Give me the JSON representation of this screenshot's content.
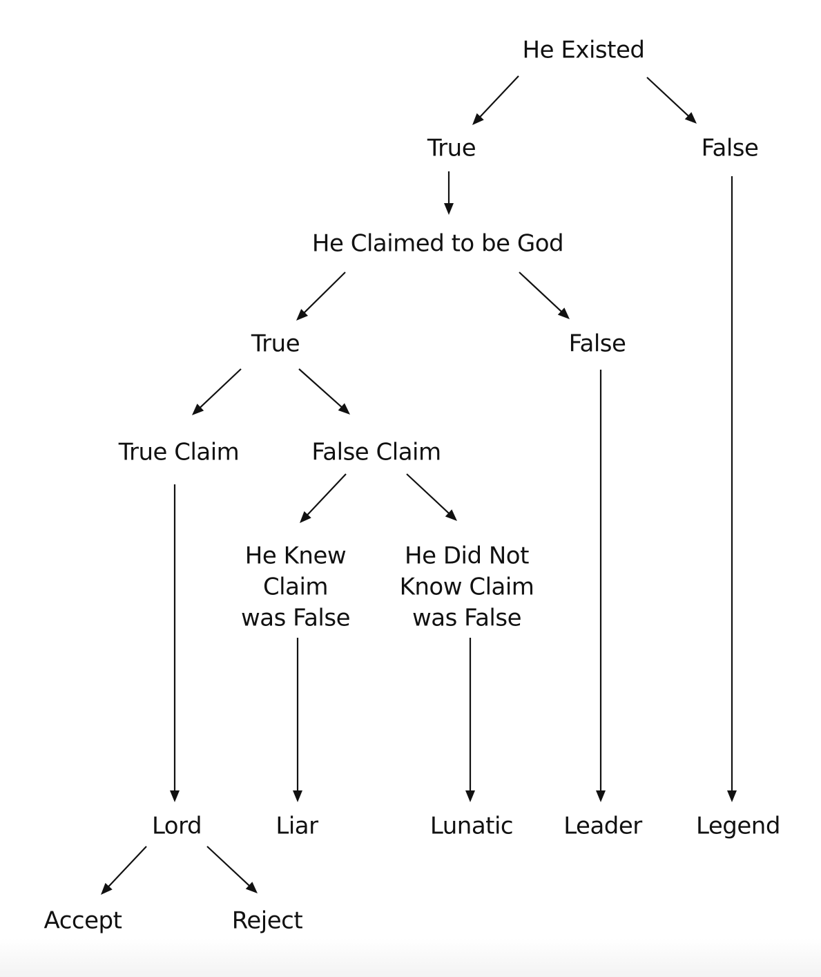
{
  "nodes": {
    "he_existed": "He Existed",
    "existed_true": "True",
    "existed_false": "False",
    "claimed_god": "He Claimed to be God",
    "claim_true": "True",
    "claim_false": "False",
    "true_claim": "True Claim",
    "false_claim": "False Claim",
    "knew_false": [
      "He Knew",
      "Claim",
      "was False"
    ],
    "not_know_false": [
      "He Did Not",
      "Know Claim",
      "was False"
    ],
    "lord": "Lord",
    "liar": "Liar",
    "lunatic": "Lunatic",
    "leader": "Leader",
    "legend": "Legend",
    "accept": "Accept",
    "reject": "Reject"
  },
  "edges": [
    {
      "from": "he_existed",
      "to": "existed_true"
    },
    {
      "from": "he_existed",
      "to": "existed_false"
    },
    {
      "from": "existed_true",
      "to": "claimed_god"
    },
    {
      "from": "existed_false",
      "to": "legend"
    },
    {
      "from": "claimed_god",
      "to": "claim_true"
    },
    {
      "from": "claimed_god",
      "to": "claim_false"
    },
    {
      "from": "claim_false",
      "to": "leader"
    },
    {
      "from": "claim_true",
      "to": "true_claim"
    },
    {
      "from": "claim_true",
      "to": "false_claim"
    },
    {
      "from": "true_claim",
      "to": "lord"
    },
    {
      "from": "false_claim",
      "to": "knew_false"
    },
    {
      "from": "false_claim",
      "to": "not_know_false"
    },
    {
      "from": "knew_false",
      "to": "liar"
    },
    {
      "from": "not_know_false",
      "to": "lunatic"
    },
    {
      "from": "lord",
      "to": "accept"
    },
    {
      "from": "lord",
      "to": "reject"
    }
  ],
  "colors": {
    "ink": "#111111",
    "background": "#ffffff"
  }
}
